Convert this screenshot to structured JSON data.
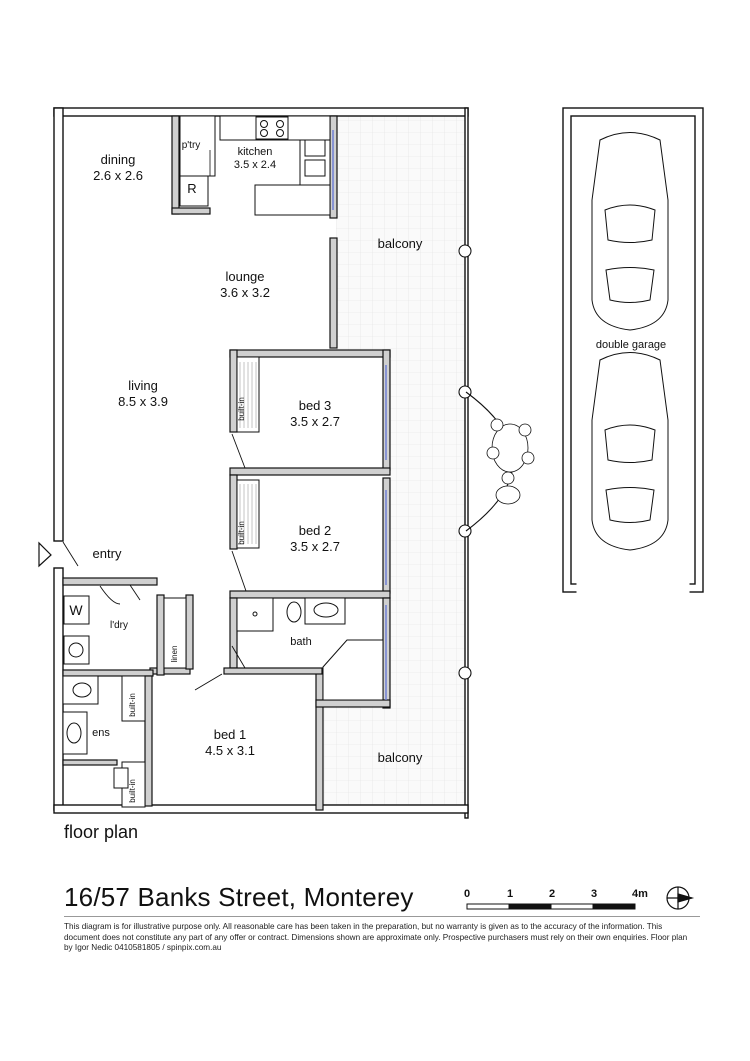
{
  "caption": "floor plan",
  "address": "16/57 Banks Street, Monterey",
  "disclaimer": "This diagram is for illustrative purpose only. All reasonable care has been taken in the preparation, but no warranty is given as to the accuracy of the information. This document does not constitute any part of any offer or contract. Dimensions shown are approximate only. Prospective purchasers must rely on their own enquiries. Floor plan by Igor Nedic 0410581805 / spinpix.com.au",
  "rooms": {
    "dining": {
      "name": "dining",
      "dims": "2.6 x 2.6"
    },
    "kitchen": {
      "name": "kitchen",
      "dims": "3.5 x 2.4"
    },
    "pantry": {
      "name": "p'try"
    },
    "lounge": {
      "name": "lounge",
      "dims": "3.6 x 3.2"
    },
    "living": {
      "name": "living",
      "dims": "8.5 x 3.9"
    },
    "bed3": {
      "name": "bed 3",
      "dims": "3.5 x 2.7"
    },
    "bed2": {
      "name": "bed 2",
      "dims": "3.5 x 2.7"
    },
    "bed1": {
      "name": "bed 1",
      "dims": "4.5 x 3.1"
    },
    "bath": {
      "name": "bath"
    },
    "ens": {
      "name": "ens"
    },
    "laundry": {
      "name": "l'dry"
    },
    "linen": {
      "name": "linen"
    },
    "entry": {
      "name": "entry"
    },
    "balcony_top": {
      "name": "balcony"
    },
    "balcony_bottom": {
      "name": "balcony"
    },
    "garage": {
      "name": "double garage"
    }
  },
  "fixtures": {
    "builtin": "built-in",
    "fridge": "R",
    "washer": "W"
  },
  "scale": {
    "ticks": [
      "0",
      "1",
      "2",
      "3",
      "4m"
    ]
  }
}
